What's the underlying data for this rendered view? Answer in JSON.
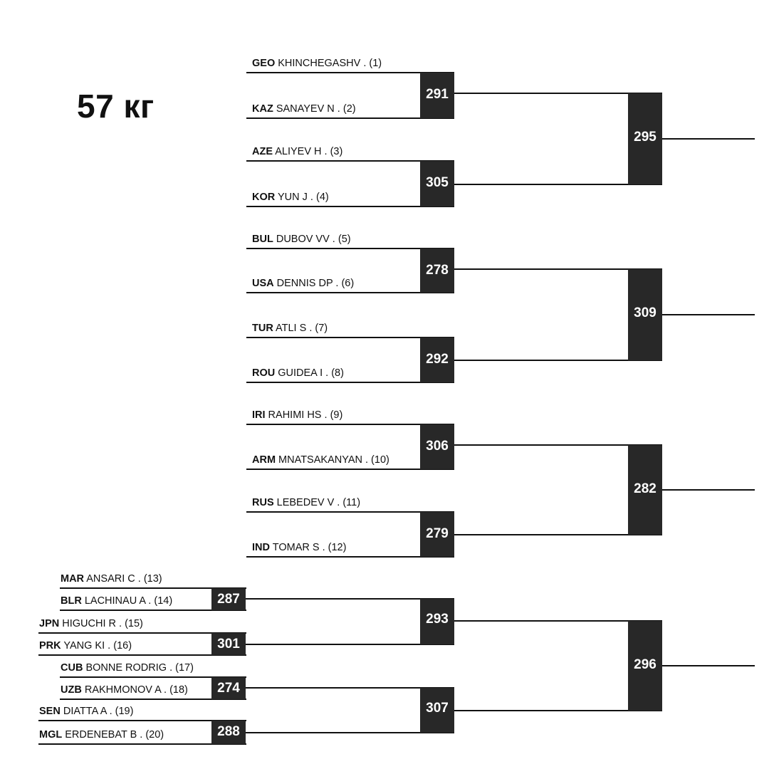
{
  "title": "57 кг",
  "wrestlers": [
    {
      "country": "GEO",
      "name": "KHINCHEGASHV .",
      "seed": "(1)"
    },
    {
      "country": "KAZ",
      "name": "SANAYEV N .",
      "seed": "(2)"
    },
    {
      "country": "AZE",
      "name": "ALIYEV H .",
      "seed": "(3)"
    },
    {
      "country": "KOR",
      "name": "YUN J .",
      "seed": "(4)"
    },
    {
      "country": "BUL",
      "name": "DUBOV VV .",
      "seed": "(5)"
    },
    {
      "country": "USA",
      "name": "DENNIS DP .",
      "seed": "(6)"
    },
    {
      "country": "TUR",
      "name": "ATLI S .",
      "seed": "(7)"
    },
    {
      "country": "ROU",
      "name": "GUIDEA I .",
      "seed": "(8)"
    },
    {
      "country": "IRI",
      "name": "RAHIMI HS .",
      "seed": "(9)"
    },
    {
      "country": "ARM",
      "name": "MNATSAKANYAN .",
      "seed": "(10)"
    },
    {
      "country": "RUS",
      "name": "LEBEDEV V .",
      "seed": "(11)"
    },
    {
      "country": "IND",
      "name": "TOMAR S .",
      "seed": "(12)"
    },
    {
      "country": "MAR",
      "name": "ANSARI C .",
      "seed": "(13)"
    },
    {
      "country": "BLR",
      "name": "LACHINAU A .",
      "seed": "(14)"
    },
    {
      "country": "JPN",
      "name": "HIGUCHI R .",
      "seed": "(15)"
    },
    {
      "country": "PRK",
      "name": "YANG KI .",
      "seed": "(16)"
    },
    {
      "country": "CUB",
      "name": "BONNE RODRIG .",
      "seed": "(17)"
    },
    {
      "country": "UZB",
      "name": "RAKHMONOV A .",
      "seed": "(18)"
    },
    {
      "country": "SEN",
      "name": "DIATTA A .",
      "seed": "(19)"
    },
    {
      "country": "MGL",
      "name": "ERDENEBAT B .",
      "seed": "(20)"
    }
  ],
  "bouts": {
    "qualification": [
      "287",
      "301",
      "274",
      "288"
    ],
    "first_round": [
      "291",
      "305",
      "278",
      "292",
      "306",
      "279",
      "293",
      "307"
    ],
    "second_round": [
      "295",
      "309",
      "282",
      "296"
    ]
  }
}
